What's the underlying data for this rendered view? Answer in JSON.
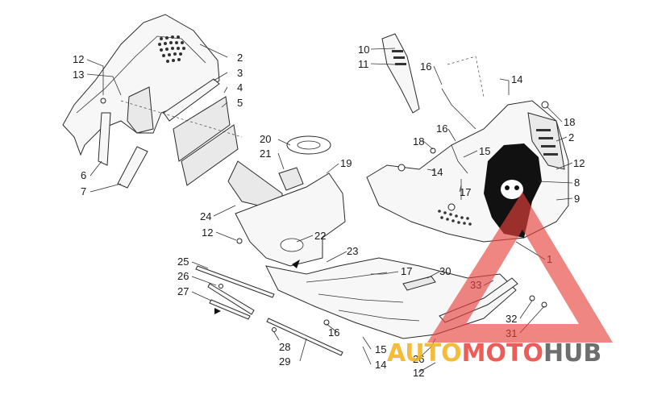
{
  "callouts": {
    "c1": "1",
    "c2a": "2",
    "c2b": "2",
    "c3": "3",
    "c4": "4",
    "c5": "5",
    "c6": "6",
    "c7": "7",
    "c8": "8",
    "c9": "9",
    "c10": "10",
    "c11": "11",
    "c12a": "12",
    "c12b": "12",
    "c12c": "12",
    "c12d": "12",
    "c13": "13",
    "c14a": "14",
    "c14b": "14",
    "c14c": "14",
    "c15a": "15",
    "c15b": "15",
    "c16a": "16",
    "c16b": "16",
    "c16c": "16",
    "c17a": "17",
    "c17b": "17",
    "c18a": "18",
    "c18b": "18",
    "c19": "19",
    "c20": "20",
    "c21": "21",
    "c22": "22",
    "c23": "23",
    "c24": "24",
    "c25": "25",
    "c26a": "26",
    "c26b": "26",
    "c27": "27",
    "c28": "28",
    "c29": "29",
    "c30": "30",
    "c31": "31",
    "c32": "32",
    "c33": "33"
  },
  "watermark": {
    "part1": "AUTO",
    "part2": "MOTO",
    "part3": "HUB",
    "colors": {
      "auto": "#f2b21a",
      "moto": "#e8413c",
      "hub": "#555555",
      "triangle": "#e8413c"
    }
  }
}
